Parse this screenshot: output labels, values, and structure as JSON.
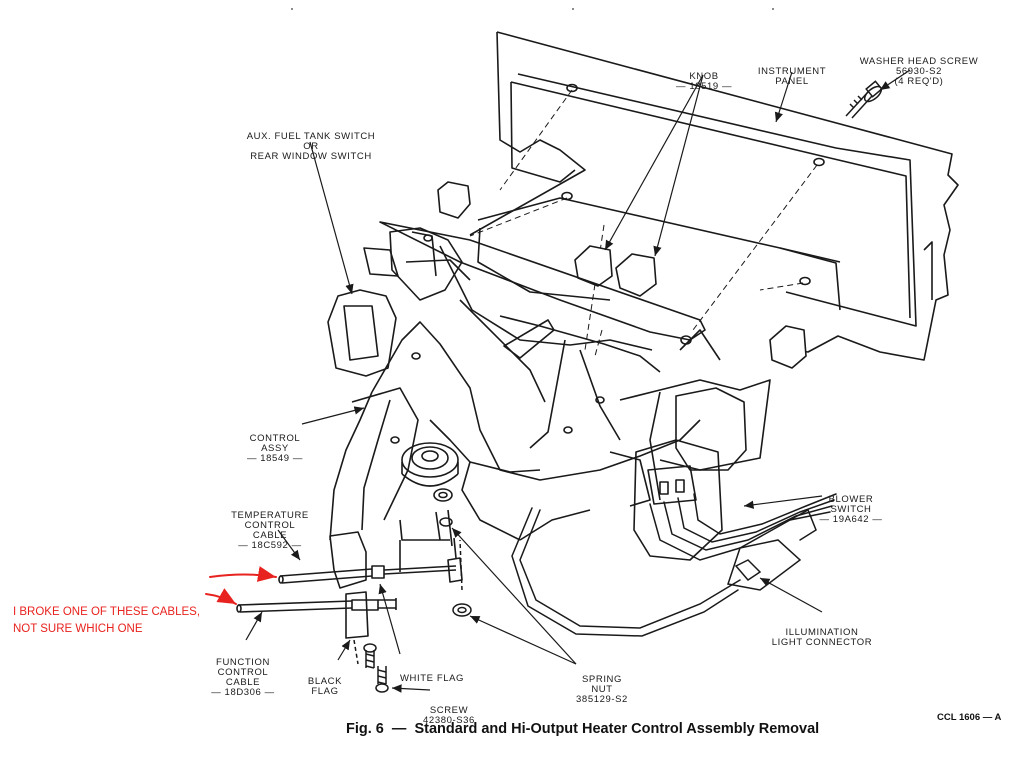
{
  "labels": {
    "knob": {
      "lines": [
        "KNOB",
        "— 18519 —"
      ]
    },
    "instrument_panel": {
      "lines": [
        "INSTRUMENT",
        "PANEL"
      ]
    },
    "washer_head_screw": {
      "lines": [
        "WASHER HEAD SCREW",
        "56930-S2",
        "(4 REQ'D)"
      ]
    },
    "aux_fuel_tank_switch": {
      "lines": [
        "AUX. FUEL TANK SWITCH",
        "OR",
        "REAR WINDOW SWITCH"
      ]
    },
    "control_assy": {
      "lines": [
        "CONTROL",
        "ASSY",
        "— 18549 —"
      ]
    },
    "temperature_control_cable": {
      "lines": [
        "TEMPERATURE",
        "CONTROL",
        "CABLE",
        "— 18C592 —"
      ]
    },
    "blower_switch": {
      "lines": [
        "BLOWER",
        "SWITCH",
        "— 19A642 —"
      ]
    },
    "illumination_light_connector": {
      "lines": [
        "ILLUMINATION",
        "LIGHT CONNECTOR"
      ]
    },
    "function_control_cable": {
      "lines": [
        "FUNCTION",
        "CONTROL",
        "CABLE",
        "— 18D306 —"
      ]
    },
    "black_flag": {
      "lines": [
        "BLACK",
        "FLAG"
      ]
    },
    "white_flag": {
      "lines": [
        "WHITE FLAG"
      ]
    },
    "spring_nut": {
      "lines": [
        "SPRING",
        "NUT",
        "385129-S2"
      ]
    },
    "screw": {
      "lines": [
        "SCREW",
        "42380-S36"
      ]
    }
  },
  "annotation": {
    "lines": [
      "I BROKE ONE OF THESE CABLES,",
      "NOT SURE WHICH ONE"
    ],
    "color": "#e8231f"
  },
  "caption": "Fig. 6  —  Standard and Hi-Output Heater Control Assembly Removal",
  "figure_code": "CCL 1606 — A",
  "colors": {
    "ink": "#1a1a1a",
    "annotation": "#e8231f",
    "background": "#ffffff"
  }
}
